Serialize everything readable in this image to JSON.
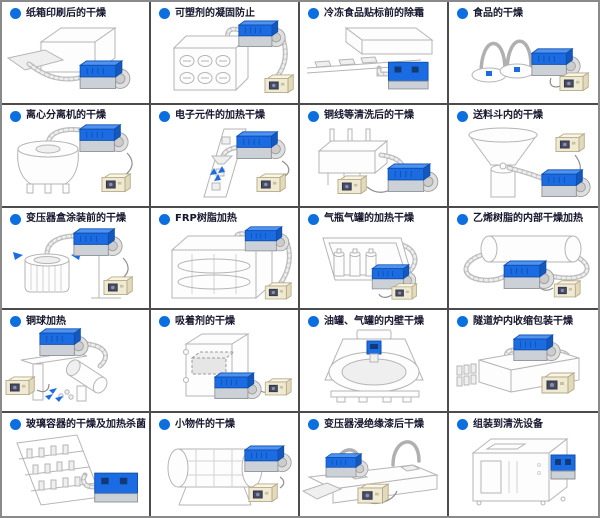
{
  "colors": {
    "bullet_blue": "#0b6fe0",
    "machine_blue": "#1b6ce2",
    "machine_blue_dark": "#0d4fae",
    "grid_border": "#4c4c4c",
    "outer_border": "#8a8a8a",
    "controller_beige": "#f1ead3",
    "line_art_gray": "#b5b5b5",
    "label_text": "#16162e"
  },
  "grid": {
    "columns": 4,
    "rows": 5,
    "cells": [
      {
        "label": "纸箱印刷后的干燥",
        "illustration": "carton-printing-dryer"
      },
      {
        "label": "可塑剂的凝固防止",
        "illustration": "plasticizer-cabinet"
      },
      {
        "label": "冷冻食品贴标前的除霜",
        "illustration": "frozen-food-conveyor"
      },
      {
        "label": "食品的干燥",
        "illustration": "food-tray-dryer"
      },
      {
        "label": "离心分离机的干燥",
        "illustration": "centrifuge-dryer"
      },
      {
        "label": "电子元件的加热干燥",
        "illustration": "electronics-heating-line"
      },
      {
        "label": "铜线等清洗后的干燥",
        "illustration": "copper-wire-dryer"
      },
      {
        "label": "送料斗内的干燥",
        "illustration": "feed-hopper-dryer"
      },
      {
        "label": "变压器盒涂装前的干燥",
        "illustration": "transformer-case-dryer"
      },
      {
        "label": "FRP树脂加热",
        "illustration": "frp-resin-oven"
      },
      {
        "label": "气瓶气罐的加热干燥",
        "illustration": "gas-cylinder-heater"
      },
      {
        "label": "乙烯树脂的内部干燥加热",
        "illustration": "vinyl-resin-cylinder"
      },
      {
        "label": "铜球加热",
        "illustration": "copper-ball-heater"
      },
      {
        "label": "吸着剂的干燥",
        "illustration": "adsorbent-dryer"
      },
      {
        "label": "油罐、气罐的内壁干燥",
        "illustration": "tank-inner-wall-dryer"
      },
      {
        "label": "隧道炉内收缩包装干燥",
        "illustration": "tunnel-furnace-shrink-wrap"
      },
      {
        "label": "玻璃容器的干燥及加热杀菌",
        "illustration": "glass-container-sterilizer"
      },
      {
        "label": "小物件的干燥",
        "illustration": "small-parts-drum-dryer"
      },
      {
        "label": "变压器浸绝缘漆后干燥",
        "illustration": "transformer-varnish-dryer"
      },
      {
        "label": "组装到清洗设备",
        "illustration": "cleaning-equipment-unit"
      }
    ]
  }
}
